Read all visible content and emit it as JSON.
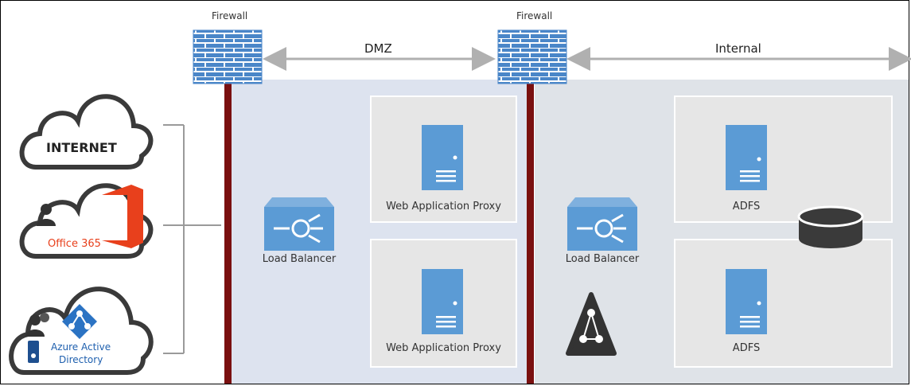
{
  "firewalls": [
    {
      "label": "Firewall"
    },
    {
      "label": "Firewall"
    }
  ],
  "zones": {
    "dmz": "DMZ",
    "internal": "Internal"
  },
  "clients": {
    "internet": "INTERNET",
    "office365": "Office 365",
    "azure_ad_line1": "Azure Active",
    "azure_ad_line2": "Directory"
  },
  "dmz_nodes": {
    "load_balancer": "Load Balancer",
    "proxy_top": "Web Application Proxy",
    "proxy_bottom": "Web Application Proxy"
  },
  "internal_nodes": {
    "load_balancer": "Load Balancer",
    "adfs_top": "ADFS",
    "adfs_bottom": "ADFS"
  },
  "colors": {
    "firewall_brick": "#4a86c8",
    "firewall_pole": "#7a1010",
    "dmz_zone": "#dde3ef",
    "internal_zone": "#dfe3e8",
    "server": "#5b9bd5",
    "office_red": "#e8401c",
    "azure_blue": "#2b73c3",
    "arrow": "#b0b0b0"
  }
}
